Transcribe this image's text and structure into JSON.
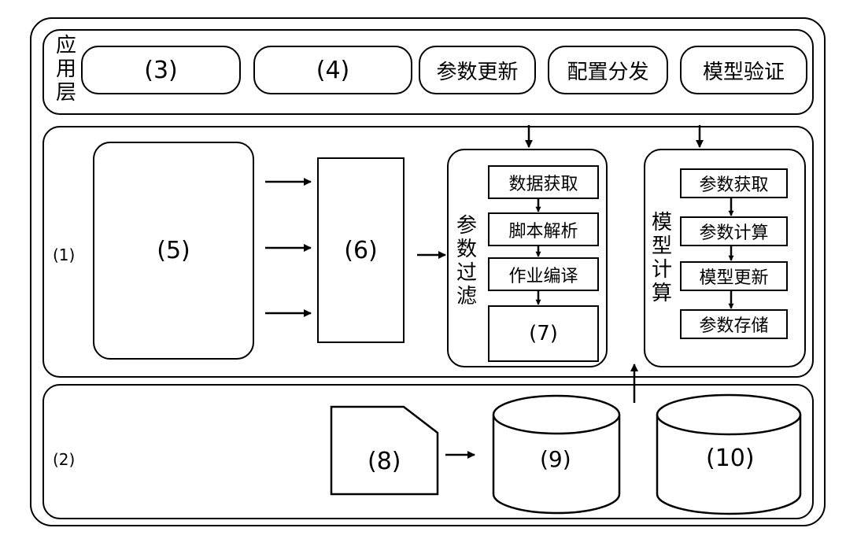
{
  "app_layer": {
    "label_chars": [
      "应",
      "用",
      "层"
    ],
    "box3": "(3)",
    "box4": "(4)",
    "param_update": "参数更新",
    "config_dist": "配置分发",
    "model_verify": "模型验证"
  },
  "middle_layer": {
    "label": "(1)",
    "box5": "(5)",
    "box6": "(6)",
    "filter": {
      "label_chars": [
        "参",
        "数",
        "过",
        "滤"
      ],
      "steps": [
        "数据获取",
        "脚本解析",
        "作业编译"
      ],
      "box7": "(7)"
    },
    "compute": {
      "label_chars": [
        "模",
        "型",
        "计",
        "算"
      ],
      "steps": [
        "参数获取",
        "参数计算",
        "模型更新",
        "参数存储"
      ]
    }
  },
  "bottom_layer": {
    "label": "(2)",
    "box8": "(8)",
    "box9": "(9)",
    "box10": "(10)"
  }
}
